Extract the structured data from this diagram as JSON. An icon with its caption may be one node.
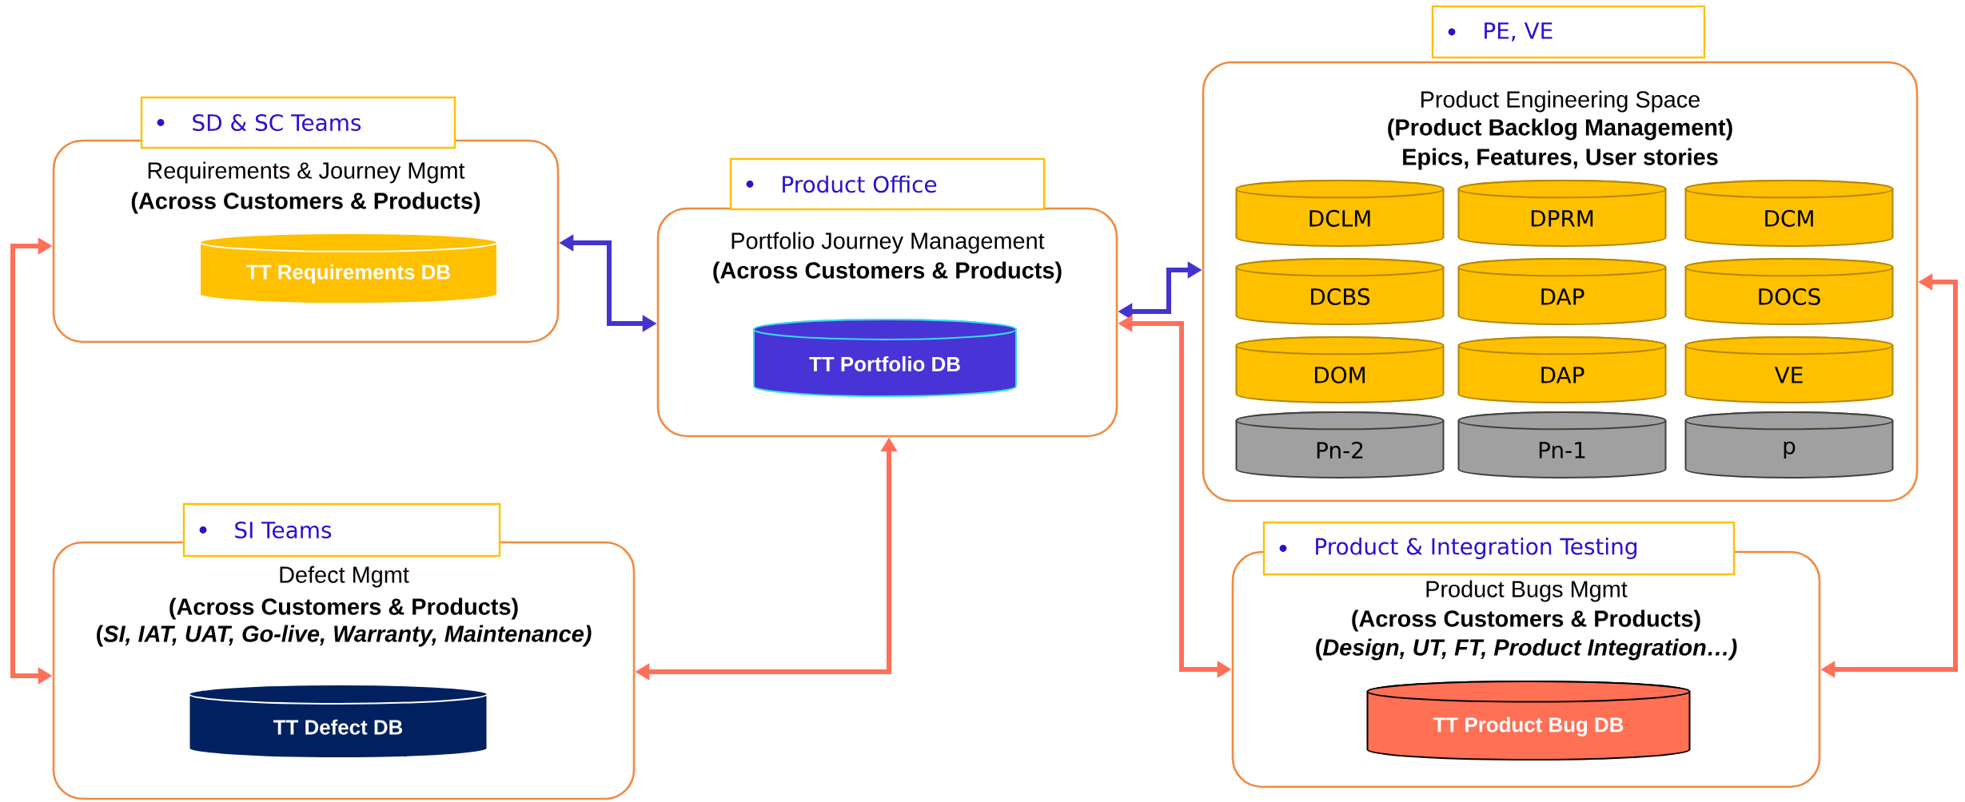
{
  "diagram": {
    "nodes": [
      {
        "text": [
          "SD & SC Teams",
          "Requirements & Journey Mgmt",
          "(Across Customers & Products)"
        ]
      },
      {
        "text": [
          "TT Requirements DB"
        ],
        "in": 0
      },
      {
        "text": [
          "Product Office",
          "Portfolio Journey Management",
          "(Across Customers & Products)"
        ]
      },
      {
        "text": [
          "TT Portfolio DB"
        ],
        "in": 2
      },
      {
        "text": [
          "SI Teams",
          "Defect Mgmt",
          "(Across Customers & Products)",
          "(*SI, IAT, UAT, Go-live, Warranty, Maintenance)*"
        ]
      },
      {
        "text": [
          "TT Defect DB"
        ],
        "in": 4
      },
      {
        "text": [
          "PE, VE",
          "Product Engineering Space",
          "(Product Backlog Management)",
          "Epics, Features, User stories"
        ]
      },
      {
        "text": [
          "DCLM"
        ],
        "in": 6
      },
      {
        "text": [
          "DPRM"
        ],
        "in": 6
      },
      {
        "text": [
          "DCM"
        ],
        "in": 6
      },
      {
        "text": [
          "DCBS"
        ],
        "in": 6
      },
      {
        "text": [
          "DAP"
        ],
        "in": 6
      },
      {
        "text": [
          "DOCS"
        ],
        "in": 6
      },
      {
        "text": [
          "DOM"
        ],
        "in": 6
      },
      {
        "text": [
          "DAP"
        ],
        "in": 6
      },
      {
        "text": [
          "VE"
        ],
        "in": 6
      },
      {
        "text": [
          "Pn-2"
        ],
        "in": 6
      },
      {
        "text": [
          "Pn-1"
        ],
        "in": 6
      },
      {
        "text": [
          "p"
        ],
        "in": 6
      },
      {
        "text": [
          "Product & Integration Testing",
          "Product Bugs Mgmt",
          "(Across Customers & Products)",
          "(*Design, UT, FT, Product Integration…)*"
        ]
      },
      {
        "text": [
          "TT Product Bug DB"
        ],
        "in": 19
      }
    ],
    "edges": [
      {
        "from": 0,
        "to": 2,
        "arrow": "both",
        "color": "#4433cc"
      },
      {
        "from": 0,
        "to": 4,
        "arrow": "both"
      },
      {
        "from": 4,
        "to": 2,
        "arrow": "both"
      },
      {
        "from": 2,
        "to": 6,
        "arrow": "both",
        "color": "#4433cc"
      },
      {
        "from": 2,
        "to": 19,
        "arrow": "both"
      },
      {
        "from": 6,
        "to": 19,
        "arrow": "both"
      }
    ]
  }
}
